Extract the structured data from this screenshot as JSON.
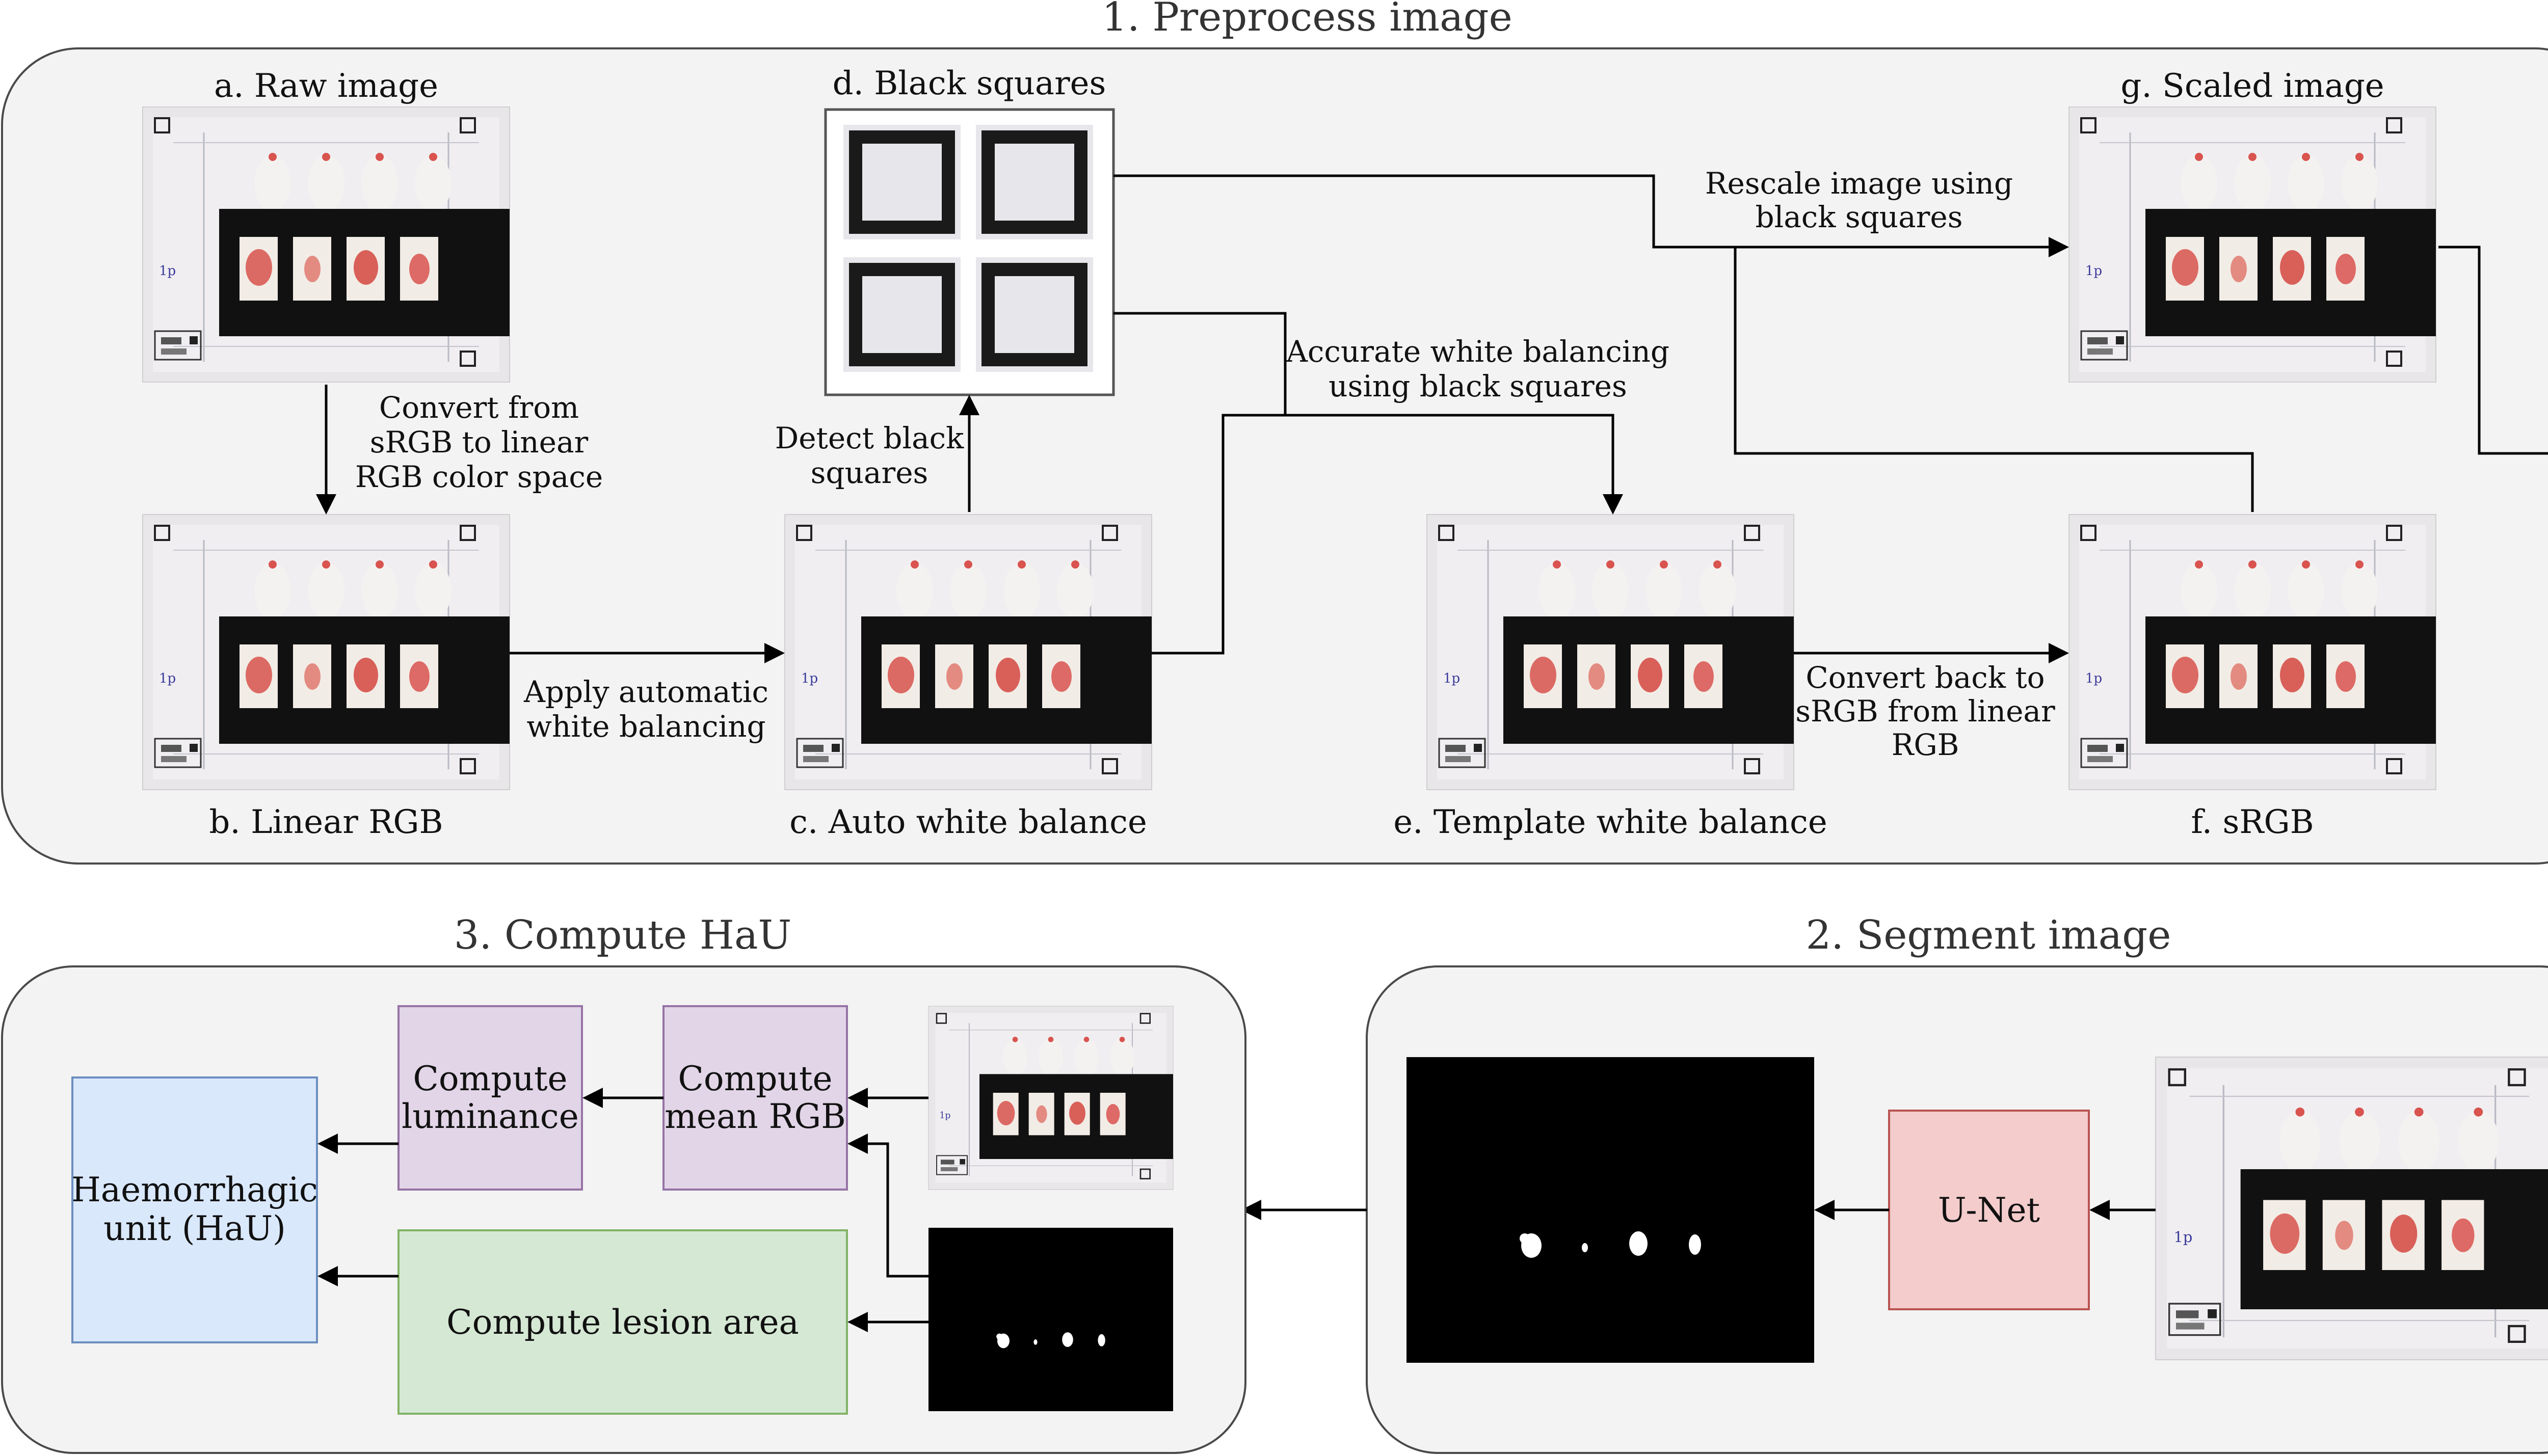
{
  "sections": {
    "preprocess": "1. Preprocess image",
    "segment": "2. Segment image",
    "compute": "3. Compute HaU"
  },
  "images": {
    "raw": "a. Raw image",
    "linear": "b. Linear RGB",
    "auto_wb": "c. Auto white balance",
    "black_squares": "d. Black squares",
    "template_wb": "e. Template white balance",
    "srgb": "f. sRGB",
    "scaled": "g. Scaled image"
  },
  "edges": {
    "convert_to_linear": [
      "Convert from",
      "sRGB to linear",
      "RGB color space"
    ],
    "apply_auto_wb": [
      "Apply automatic",
      "white balancing"
    ],
    "detect_squares": [
      "Detect black",
      "squares"
    ],
    "accurate_wb": [
      "Accurate white balancing",
      "using black squares"
    ],
    "rescale": [
      "Rescale image using",
      "black squares"
    ],
    "convert_back": [
      "Convert back to",
      "sRGB from linear",
      "RGB"
    ]
  },
  "boxes": {
    "unet": "U-Net",
    "compute_mean_rgb": [
      "Compute",
      "mean RGB"
    ],
    "compute_luminance": [
      "Compute",
      "luminance"
    ],
    "compute_lesion_area": "Compute lesion area",
    "hau": [
      "Haemorrhagic",
      "unit (HaU)"
    ]
  },
  "colors": {
    "panel_fill": "#f3f3f3",
    "unet_fill": "#f4cccc",
    "unet_stroke": "#b85450",
    "purple_fill": "#e1d5e7",
    "purple_stroke": "#9673a6",
    "green_fill": "#d5e8d4",
    "green_stroke": "#82b366",
    "blue_fill": "#dae8fc",
    "blue_stroke": "#6c8ebf"
  }
}
